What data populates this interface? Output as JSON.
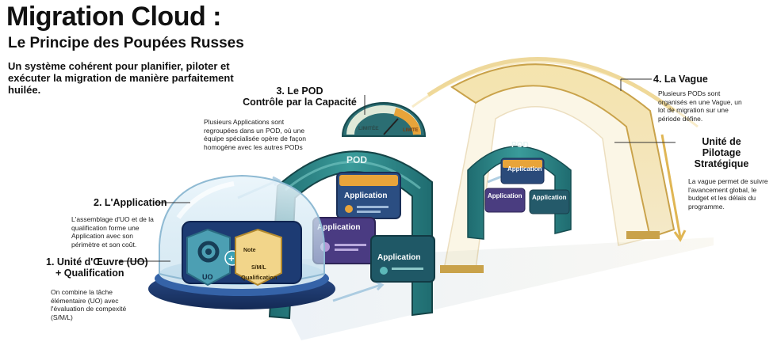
{
  "header": {
    "title": "Migration Cloud :",
    "subtitle": "Le Principe des Poupées Russes",
    "tagline": "Un système cohérent pour planifier, piloter et exécuter la migration de manière parfaitement huilée."
  },
  "steps": {
    "uo": {
      "title_line1": "1. Unité d'Œuvre (UO)",
      "title_line2": "+ Qualification",
      "description": "On combine la tâche élémentaire (UO) avec l'évaluation de compexité (S/M/L)"
    },
    "application": {
      "title": "2. L'Application",
      "description": "L'assemblage d'UO et de la qualification forme une Application avec son périmètre et son coût."
    },
    "pod": {
      "title_line1": "3. Le POD",
      "title_line2": "Contrôle par la Capacité",
      "description": "Plusieurs Applications sont regroupées dans un POD, où une équipe spécialisée opère de façon homogène avec les autres PODs"
    },
    "vague": {
      "title": "4. La Vague",
      "description": "Plusieurs PODs sont organisés en une Vague, un lot de migration sur une période défine."
    },
    "pilotage": {
      "title_line1": "Unité de",
      "title_line2": "Pilotage",
      "title_line3": "Stratégique",
      "description": "La vague permet de suivre l'avancement global, le budget et les délais du programme."
    }
  },
  "illustration": {
    "uo_label": "UO",
    "note_label": "Note",
    "size_label": "S/M/L",
    "qualification_label": "Qualification",
    "plus_sign": "+",
    "app_label": "Application",
    "pod_label": "POD",
    "gauge_label_left": "LIMITÉE",
    "gauge_label_right": "LIMITE"
  },
  "colors": {
    "teal": "#2f8c8c",
    "teal_dark": "#1f5f63",
    "navy": "#1e3a6e",
    "gold": "#d9b55a",
    "amber": "#e8a43a",
    "purple": "#5a3f8c"
  }
}
